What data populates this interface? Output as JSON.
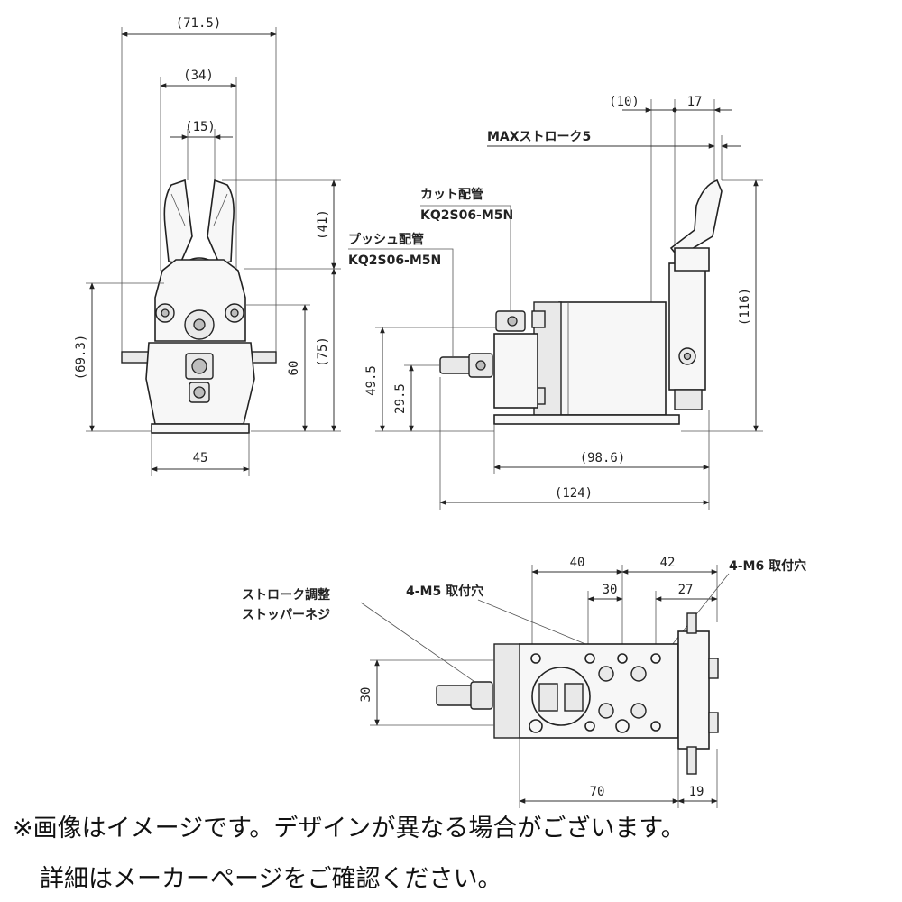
{
  "front_view": {
    "dim_width_overall": "(71.5)",
    "dim_width_jaw": "(34)",
    "dim_width_jaw_inner": "(15)",
    "dim_jaw_height": "(41)",
    "dim_height_total": "(69.3)",
    "dim_height_60": "60",
    "dim_height_75": "(75)",
    "dim_base_width": "45"
  },
  "side_view": {
    "dim_offset_10": "(10)",
    "dim_17": "17",
    "max_stroke": "MAXストローク5",
    "cut_pipe_label": "カット配管",
    "cut_pipe_part": "KQ2S06-M5N",
    "push_pipe_label": "プッシュ配管",
    "push_pipe_part": "KQ2S06-M5N",
    "dim_height_116": "(116)",
    "dim_49_5": "49.5",
    "dim_29_5": "29.5",
    "dim_98_6": "(98.6)",
    "dim_124": "(124)"
  },
  "bottom_view": {
    "dim_40": "40",
    "dim_42": "42",
    "dim_30_top": "30",
    "dim_27": "27",
    "m5_label": "4-M5 取付穴",
    "m6_label": "4-M6 取付穴",
    "stroke_adjust_line1": "ストローク調整",
    "stroke_adjust_line2": "ストッパーネジ",
    "dim_30_side": "30",
    "dim_70": "70",
    "dim_19": "19"
  },
  "footer": {
    "note_line1": "※画像はイメージです。デザインが異なる場合がございます。",
    "note_line2": "詳細はメーカーページをご確認ください。"
  }
}
